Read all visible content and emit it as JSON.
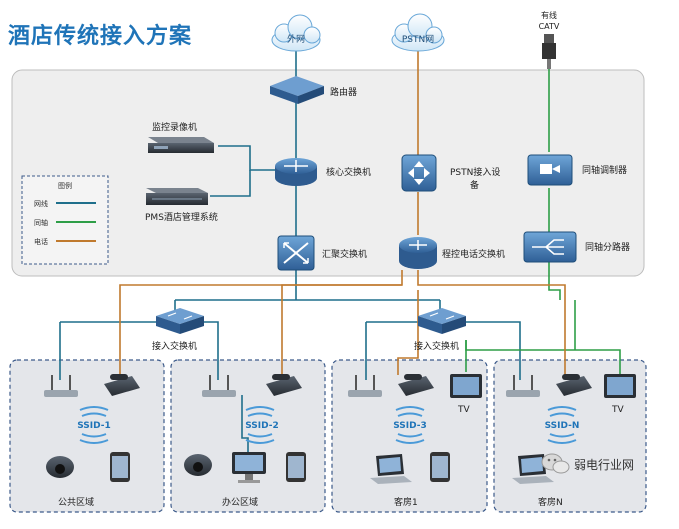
{
  "title": "酒店传统接入方案",
  "clouds": {
    "internet": "外网",
    "pstn": "PSTN网",
    "catv_line1": "有线",
    "catv_line2": "CATV"
  },
  "devices": {
    "router": "路由器",
    "nvr": "监控录像机",
    "pms": "PMS酒店管理系统",
    "core_switch": "核心交换机",
    "aggregation_switch": "汇聚交换机",
    "pstn_access_line1": "PSTN接入设",
    "pstn_access_line2": "备",
    "pbx": "程控电话交换机",
    "coax_modulator": "同轴调制器",
    "coax_splitter": "同轴分路器",
    "access_switch_left": "接入交换机",
    "access_switch_right": "接入交换机"
  },
  "legend": {
    "title": "图例",
    "items": [
      {
        "label": "网线",
        "color": "#1f6f8b"
      },
      {
        "label": "同轴",
        "color": "#2e9e47"
      },
      {
        "label": "电话",
        "color": "#c07a2e"
      }
    ]
  },
  "zones": [
    {
      "ssid": "SSID-1",
      "name": "公共区域"
    },
    {
      "ssid": "SSID-2",
      "name": "办公区域"
    },
    {
      "ssid": "SSID-3",
      "name": "客房1",
      "tv": "TV"
    },
    {
      "ssid": "SSID-N",
      "name": "客房N",
      "tv": "TV"
    }
  ],
  "watermark": "弱电行业网",
  "colors": {
    "title": "#1f74b8",
    "network": "#1f6f8b",
    "coax": "#2e9e47",
    "phone": "#c07a2e",
    "device": "#3b6a9e",
    "panel_bg": "#eeeeee"
  }
}
